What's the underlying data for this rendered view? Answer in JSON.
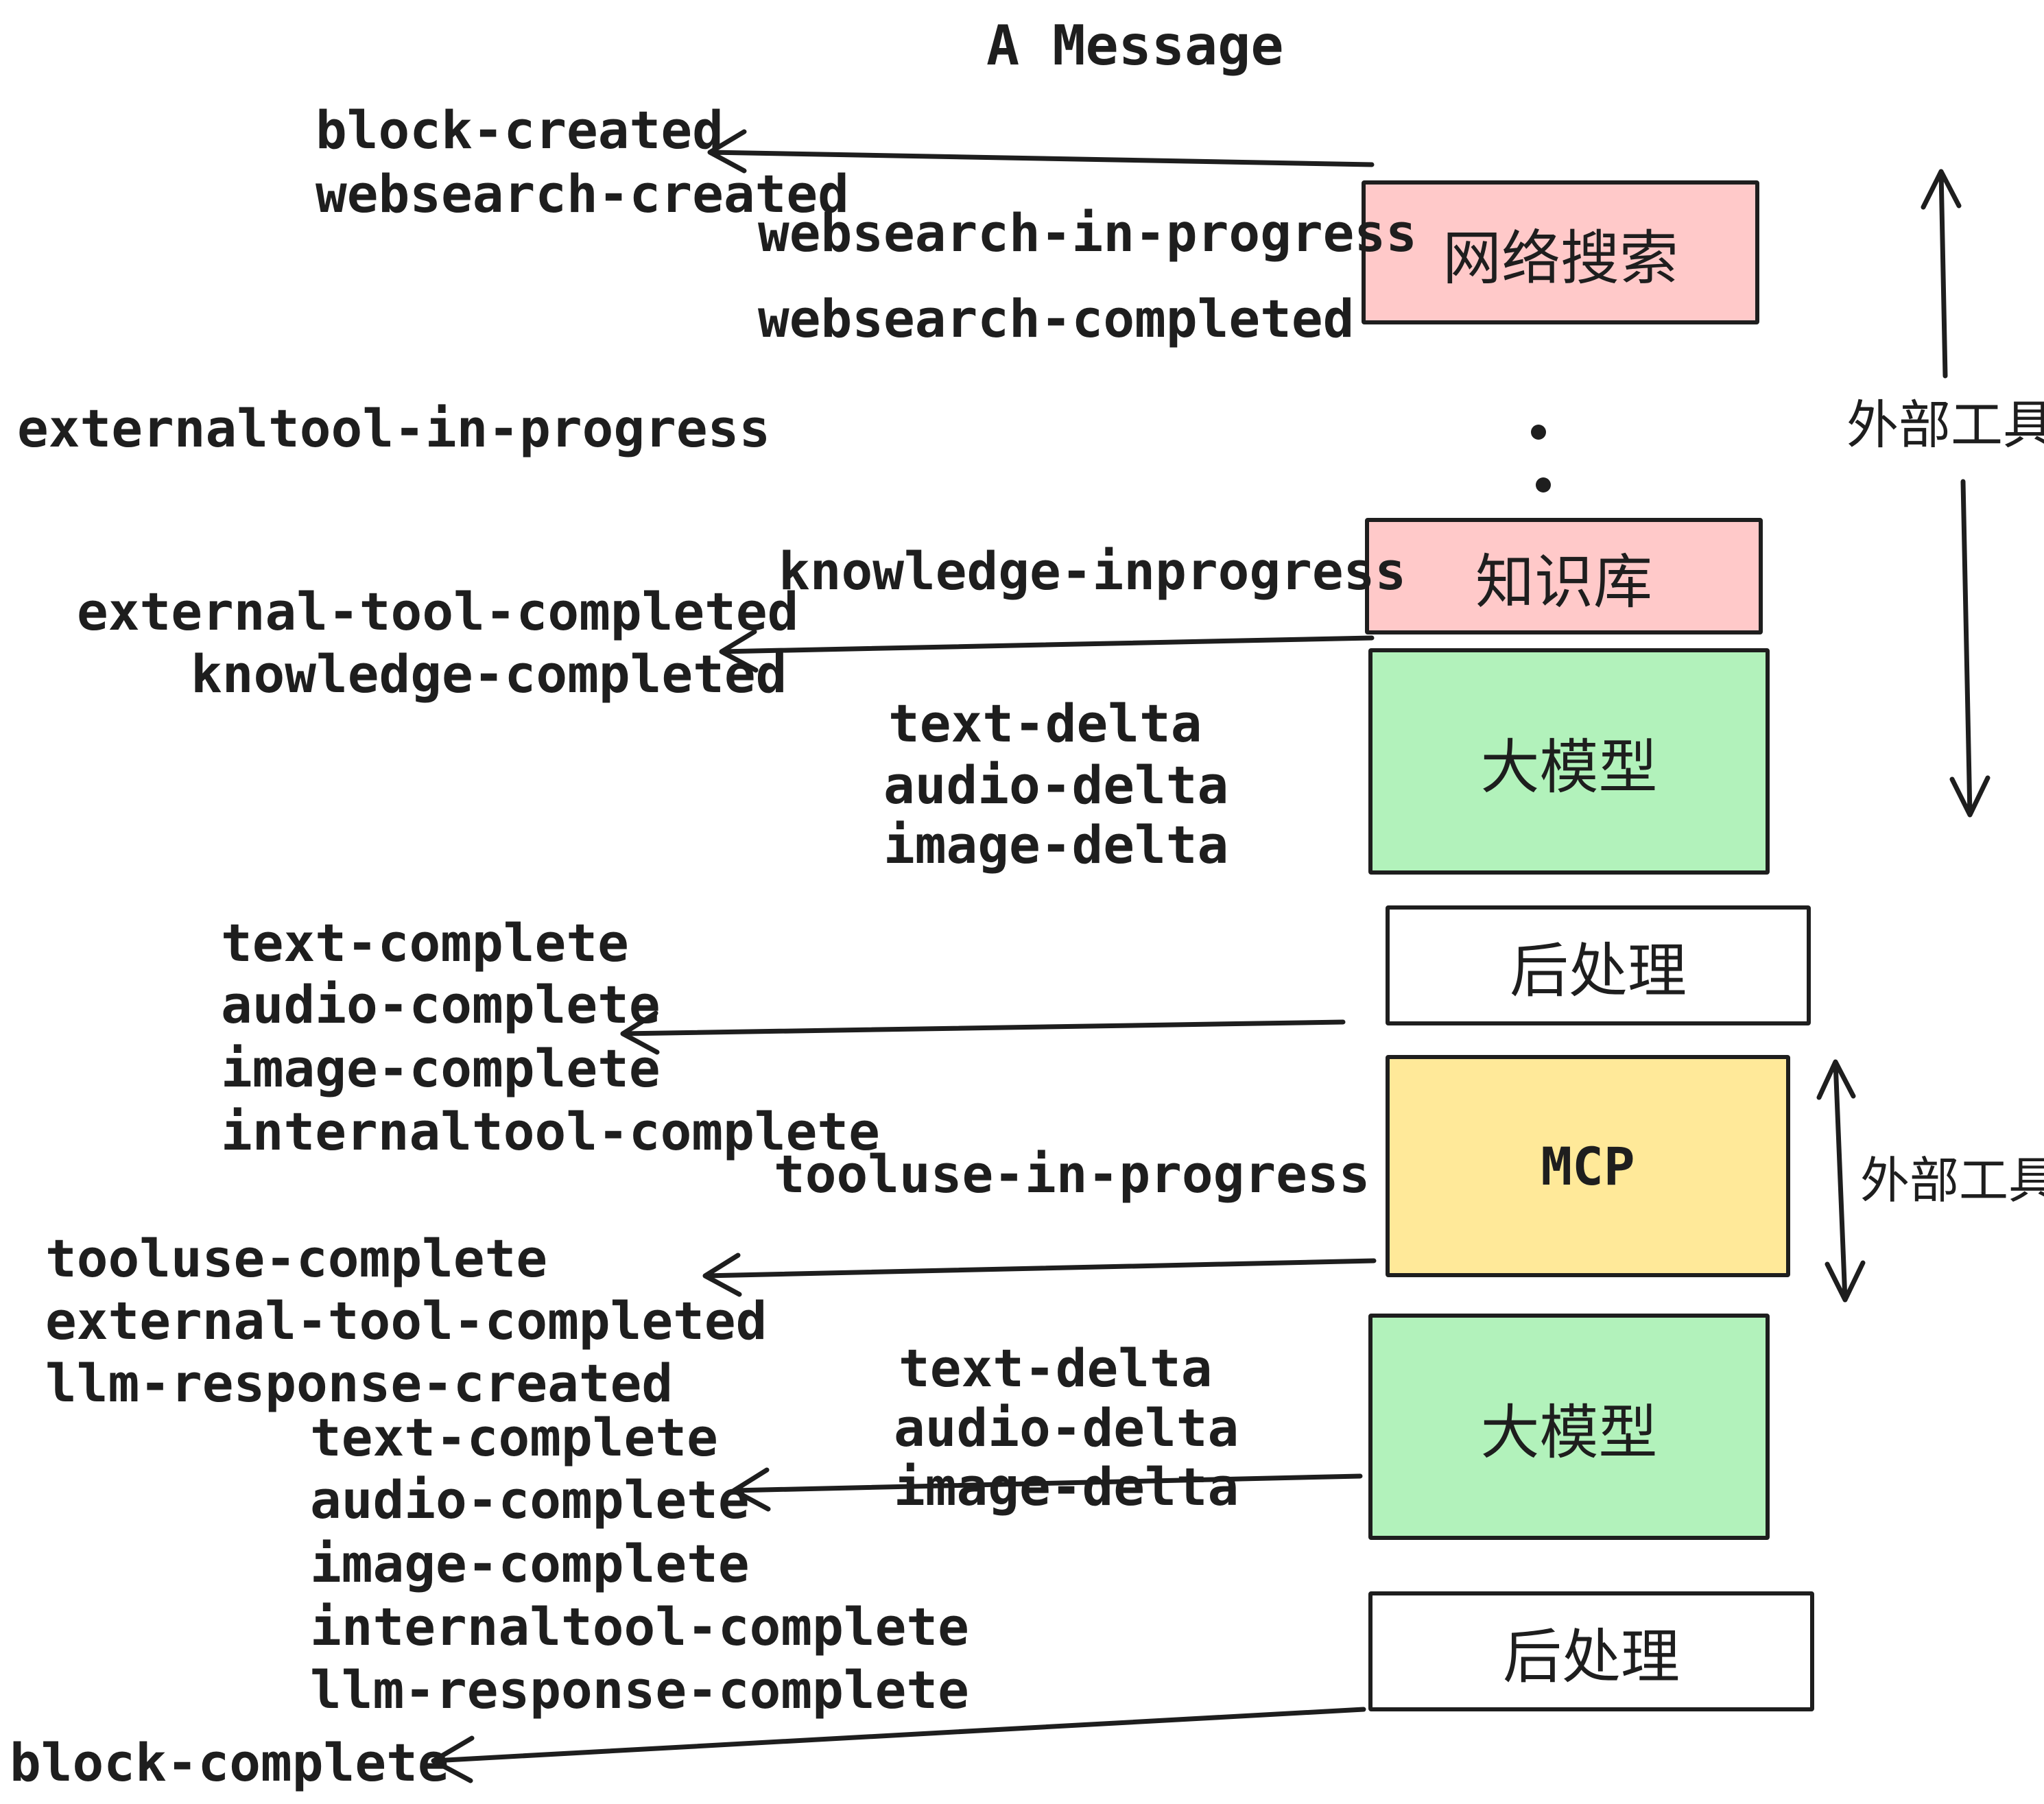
{
  "title": "A Message",
  "colors": {
    "pink": "#ffc9c9",
    "green": "#b2f2bb",
    "yellow": "#ffe999",
    "white": "#ffffff",
    "stroke": "#1e1e1e"
  },
  "boxes": {
    "websearch": {
      "label": "网络搜索"
    },
    "knowledge": {
      "label": "知识库"
    },
    "llm1": {
      "label": "大模型"
    },
    "post1": {
      "label": "后处理"
    },
    "mcp": {
      "label": "MCP"
    },
    "llm2": {
      "label": "大模型"
    },
    "post2": {
      "label": "后处理"
    }
  },
  "side_labels": {
    "external_tools_top": "外部工具",
    "external_tools_mcp": "外部工具"
  },
  "events": {
    "block_created": "block-created",
    "websearch_created": "websearch-created",
    "websearch_in_progress": "websearch-in-progress",
    "websearch_completed": "websearch-completed",
    "externaltool_in_progress": "externaltool-in-progress",
    "knowledge_inprogress": "knowledge-inprogress",
    "external_tool_completed": "external-tool-completed",
    "knowledge_completed": "knowledge-completed",
    "text_delta": "text-delta",
    "audio_delta": "audio-delta",
    "image_delta": "image-delta",
    "text_complete": "text-complete",
    "audio_complete": "audio-complete",
    "image_complete": "image-complete",
    "internaltool_complete": "internaltool-complete",
    "tooluse_in_progress": "tooluse-in-progress",
    "tooluse_complete": "tooluse-complete",
    "external_tool_completed_2": "external-tool-completed",
    "llm_response_created": "llm-response-created",
    "text_complete_2": "text-complete",
    "audio_complete_2": "audio-complete",
    "image_complete_2": "image-complete",
    "internaltool_complete_2": "internaltool-complete",
    "llm_response_complete": "llm-response-complete",
    "block_complete": "block-complete"
  }
}
